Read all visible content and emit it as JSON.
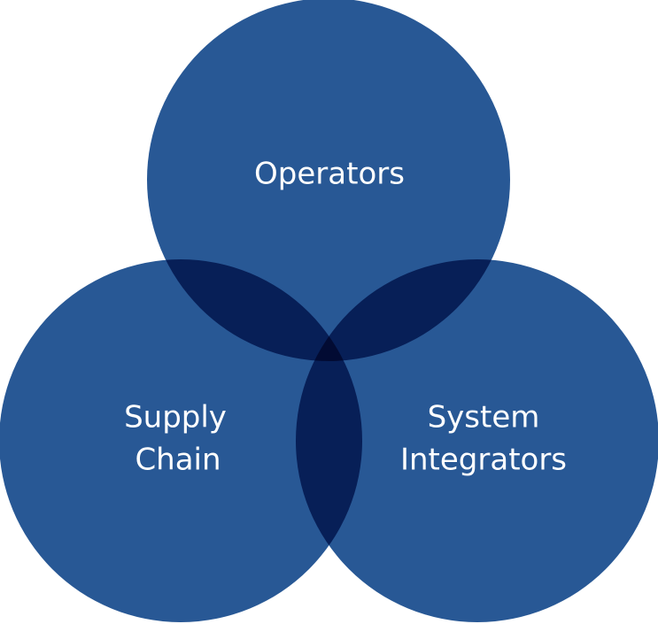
{
  "diagram": {
    "type": "venn",
    "colors": {
      "circle_fill": "#1f5191",
      "overlap_fill": "#0a3f80",
      "label_text": "#ffffff",
      "background": "#ffffff"
    },
    "sets": [
      {
        "id": "operators",
        "lines": [
          "Operators"
        ]
      },
      {
        "id": "supply-chain",
        "lines": [
          "Supply",
          "Chain"
        ]
      },
      {
        "id": "system-integrators",
        "lines": [
          "System",
          "Integrators"
        ]
      }
    ]
  }
}
